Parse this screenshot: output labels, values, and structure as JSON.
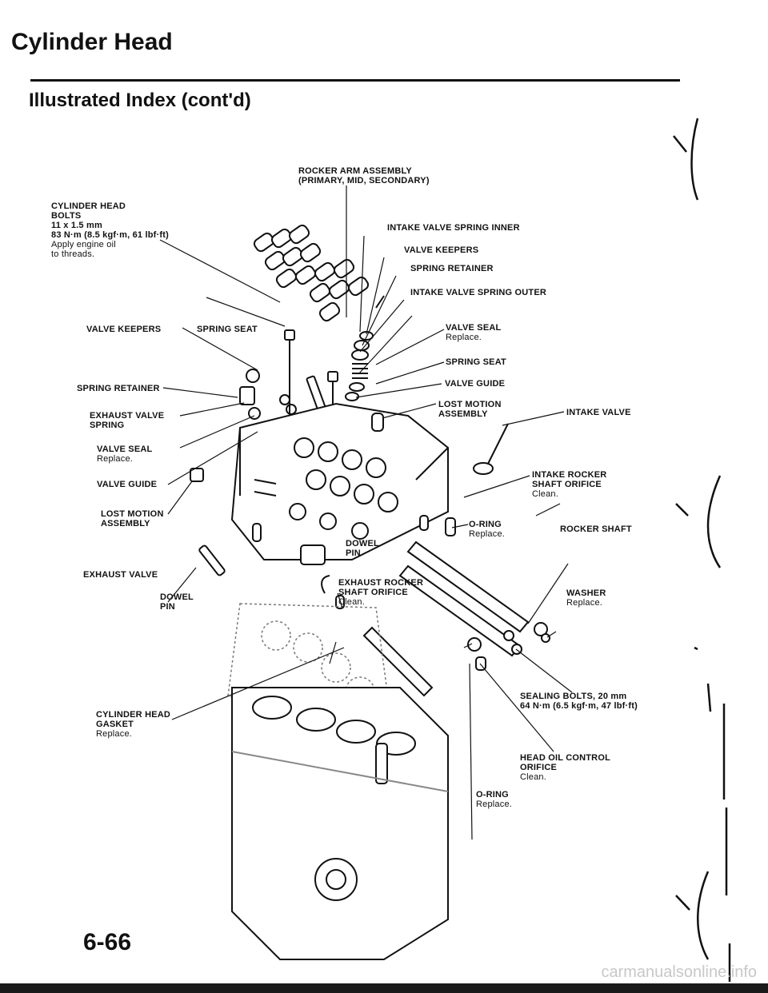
{
  "header": {
    "title": "Cylinder Head",
    "subtitle": "Illustrated Index (cont'd)"
  },
  "labels": {
    "rocker_arm": [
      "ROCKER ARM ASSEMBLY",
      "(PRIMARY, MID, SECONDARY)"
    ],
    "head_bolts": [
      "CYLINDER HEAD",
      "BOLTS",
      "11 x 1.5 mm",
      "83 N·m (8.5 kgf·m, 61 lbf·ft)",
      "Apply engine oil",
      "to threads."
    ],
    "intake_spring_inner": "INTAKE VALVE SPRING INNER",
    "valve_keepers_r": "VALVE KEEPERS",
    "spring_retainer_r": "SPRING RETAINER",
    "intake_spring_outer": "INTAKE VALVE SPRING OUTER",
    "valve_keepers_l": "VALVE KEEPERS",
    "spring_seat_l": "SPRING SEAT",
    "valve_seal_r": [
      "VALVE SEAL",
      "Replace."
    ],
    "spring_seat_r": "SPRING SEAT",
    "valve_guide_r": "VALVE GUIDE",
    "spring_retainer_l": "SPRING RETAINER",
    "lost_motion_r": [
      "LOST MOTION",
      "ASSEMBLY"
    ],
    "intake_valve": "INTAKE VALVE",
    "exhaust_spring": [
      "EXHAUST VALVE",
      "SPRING"
    ],
    "valve_seal_l": [
      "VALVE SEAL",
      "Replace."
    ],
    "valve_guide_l": "VALVE GUIDE",
    "intake_orifice": [
      "INTAKE ROCKER",
      "SHAFT ORIFICE",
      "Clean."
    ],
    "lost_motion_l": [
      "LOST MOTION",
      "ASSEMBLY"
    ],
    "oring_upper": [
      "O-RING",
      "Replace."
    ],
    "rocker_shaft": "ROCKER SHAFT",
    "dowel_pin_r": [
      "DOWEL",
      "PIN"
    ],
    "exhaust_valve": "EXHAUST VALVE",
    "exhaust_orifice": [
      "EXHAUST ROCKER",
      "SHAFT ORIFICE",
      "Clean."
    ],
    "washer": [
      "WASHER",
      "Replace."
    ],
    "dowel_pin_l": [
      "DOWEL",
      "PIN"
    ],
    "gasket": [
      "CYLINDER HEAD",
      "GASKET",
      "Replace."
    ],
    "sealing_bolts": [
      "SEALING BOLTS, 20 mm",
      "64 N·m (6.5 kgf·m, 47 lbf·ft)"
    ],
    "oil_orifice": [
      "HEAD OIL CONTROL",
      "ORIFICE",
      "Clean."
    ],
    "oring_lower": [
      "O-RING",
      "Replace."
    ]
  },
  "page_number": "6-66",
  "watermark": "carmanualsonline.info"
}
